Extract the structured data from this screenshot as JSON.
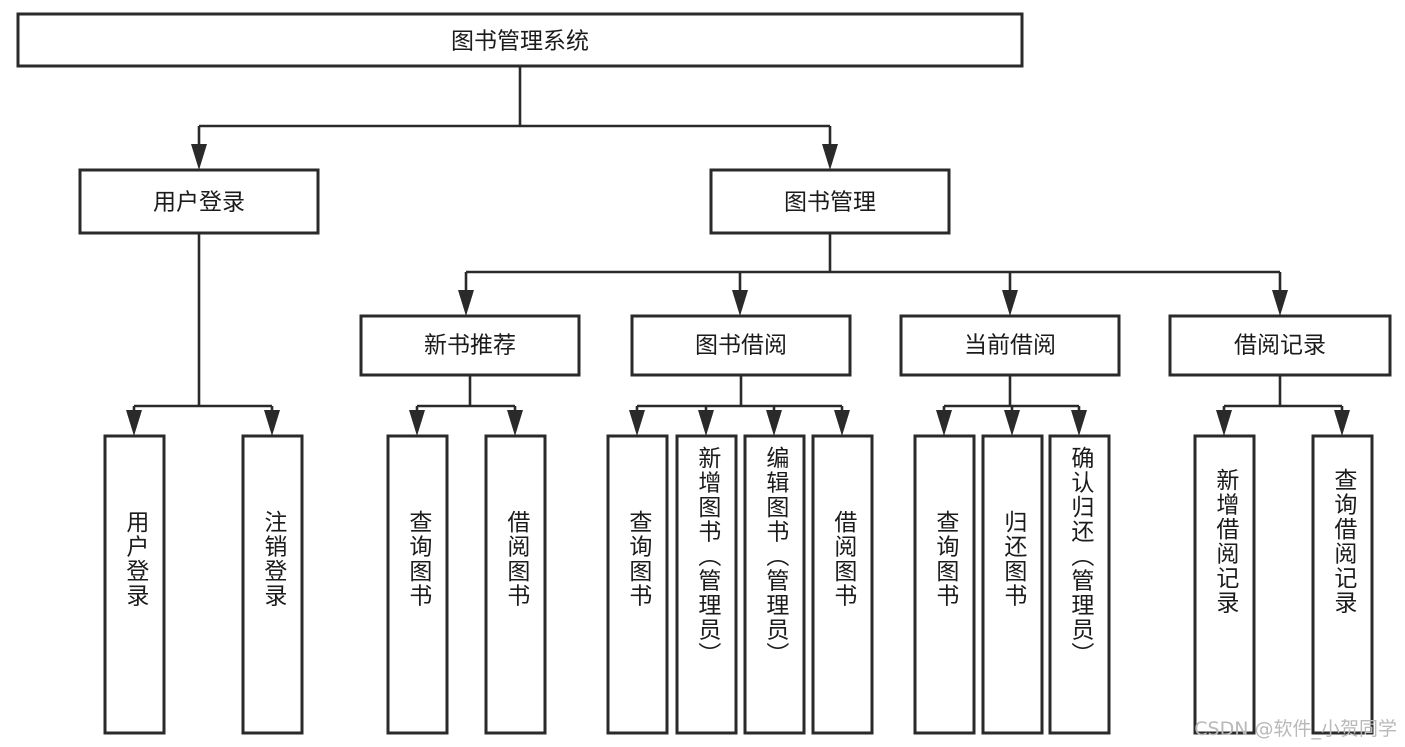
{
  "diagram": {
    "title_node": {
      "label": "图书管理系统"
    },
    "level2": [
      {
        "id": "user-login",
        "label": "用户登录"
      },
      {
        "id": "book-manage",
        "label": "图书管理"
      }
    ],
    "level3": [
      {
        "id": "new-book-rec",
        "label": "新书推荐"
      },
      {
        "id": "book-borrow",
        "label": "图书借阅"
      },
      {
        "id": "current-borrow",
        "label": "当前借阅"
      },
      {
        "id": "borrow-record",
        "label": "借阅记录"
      }
    ],
    "leaves": {
      "user_login": [
        {
          "id": "leaf-user-login",
          "label": "用户登录"
        },
        {
          "id": "leaf-logout-login",
          "label": "注销登录"
        }
      ],
      "new_book_rec": [
        {
          "id": "leaf-query-book-1",
          "label": "查询图书"
        },
        {
          "id": "leaf-borrow-book-1",
          "label": "借阅图书"
        }
      ],
      "book_borrow": [
        {
          "id": "leaf-query-book-2",
          "label": "查询图书"
        },
        {
          "id": "leaf-add-book",
          "label": "新增图书（管理员）"
        },
        {
          "id": "leaf-edit-book",
          "label": "编辑图书（管理员）"
        },
        {
          "id": "leaf-borrow-book-2",
          "label": "借阅图书"
        }
      ],
      "current_borrow": [
        {
          "id": "leaf-query-book-3",
          "label": "查询图书"
        },
        {
          "id": "leaf-return-book",
          "label": "归还图书"
        },
        {
          "id": "leaf-confirm-return",
          "label": "确认归还（管理员）"
        }
      ],
      "borrow_record": [
        {
          "id": "leaf-add-record",
          "label": "新增借阅记录"
        },
        {
          "id": "leaf-query-record",
          "label": "查询借阅记录"
        }
      ]
    },
    "watermark": "CSDN @软件_小贺同学",
    "colors": {
      "box_stroke": "#2a2a2a",
      "box_fill": "#ffffff",
      "text": "#1b1b1b",
      "watermark": "#b9b9b9",
      "background": "#ffffff"
    }
  }
}
